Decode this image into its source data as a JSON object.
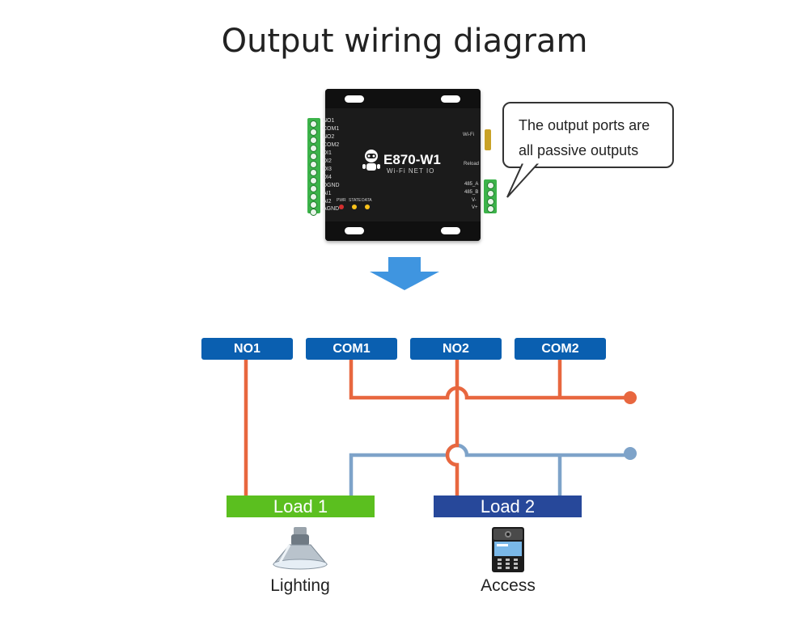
{
  "title": "Output wiring diagram",
  "device": {
    "model": "E870-W1",
    "subtitle": "Wi-Fi  NET  IO",
    "left_pins": [
      "NO1",
      "COM1",
      "NO2",
      "COM2",
      "DI1",
      "DI2",
      "DI3",
      "DI4",
      "DGND",
      "AI1",
      "AI2",
      "AGND"
    ],
    "right_pins": [
      "485_A",
      "485_B",
      "V-",
      "V+"
    ],
    "wifi_label": "Wi-Fi",
    "reload_label": "Reload",
    "leds": [
      {
        "label": "PWR",
        "color": "#d32f2f"
      },
      {
        "label": "STATE",
        "color": "#f9c21b"
      },
      {
        "label": "DATA",
        "color": "#f9c21b"
      }
    ]
  },
  "callout": "The output ports are all passive outputs",
  "ports": [
    "NO1",
    "COM1",
    "NO2",
    "COM2"
  ],
  "loads": [
    {
      "label": "Load 1",
      "color": "#5bbf1f",
      "caption": "Lighting"
    },
    {
      "label": "Load 2",
      "color": "#27489a",
      "caption": "Access"
    }
  ],
  "colors": {
    "wire_orange": "#e8673f",
    "wire_blue": "#7ea3c9",
    "port_blue": "#0a5fb0",
    "arrow": "#3f95e0"
  }
}
